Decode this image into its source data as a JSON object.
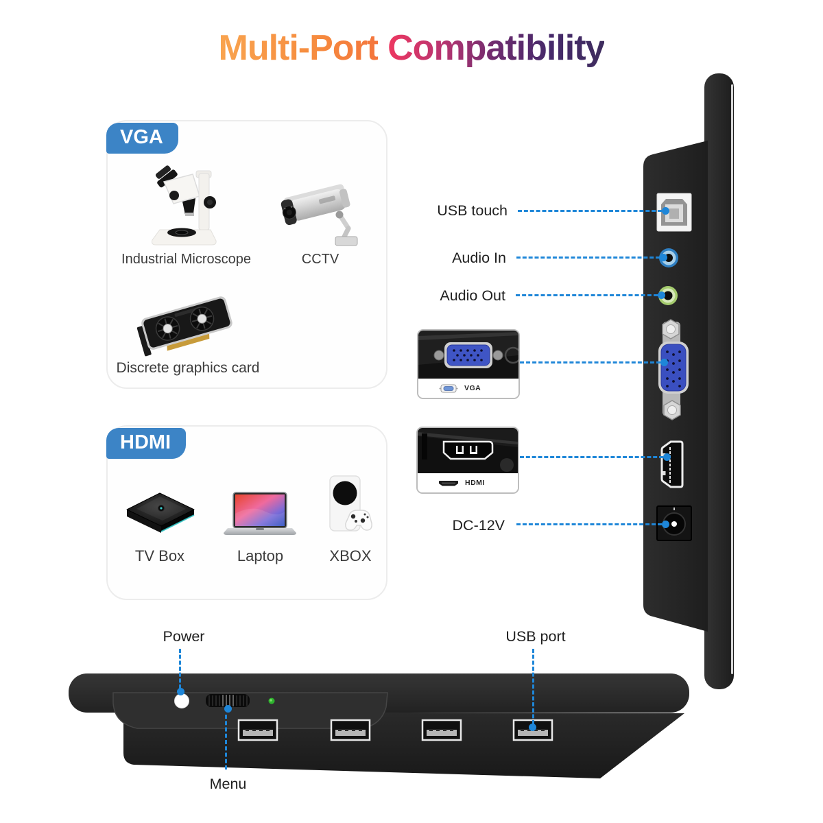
{
  "title": {
    "part1": "Multi-Port",
    "part2": "Compatibility"
  },
  "cards": {
    "vga": {
      "badge": "VGA",
      "items": [
        {
          "id": "industrial-microscope",
          "label": "Industrial Microscope"
        },
        {
          "id": "cctv",
          "label": "CCTV"
        },
        {
          "id": "discrete-graphics-card",
          "label": "Discrete graphics card"
        }
      ]
    },
    "hdmi": {
      "badge": "HDMI",
      "items": [
        {
          "id": "tv-box",
          "label": "TV Box"
        },
        {
          "id": "laptop",
          "label": "Laptop"
        },
        {
          "id": "xbox",
          "label": "XBOX"
        }
      ]
    }
  },
  "side_panel_ports": [
    {
      "id": "usb-touch",
      "label": "USB touch"
    },
    {
      "id": "audio-in",
      "label": "Audio In"
    },
    {
      "id": "audio-out",
      "label": "Audio Out"
    },
    {
      "id": "vga",
      "label": "VGA"
    },
    {
      "id": "hdmi",
      "label": "HDMI"
    },
    {
      "id": "dc-12v",
      "label": "DC-12V"
    }
  ],
  "insets": {
    "vga_label": "VGA",
    "hdmi_label": "HDMI"
  },
  "bottom_panel": {
    "power": "Power",
    "menu": "Menu",
    "usb": "USB port"
  },
  "colors": {
    "accent_blue": "#1E86D8",
    "badge_blue": "#3C84C6",
    "title_orange": "#F68C3F",
    "title_pink": "#EE3760",
    "title_purple": "#3E2C5E",
    "audio_in_ring": "#2F7FC2",
    "audio_out_ring": "#A5CC6E",
    "led_green": "#2EB32E",
    "vga_connector_blue": "#3A4FC0"
  }
}
